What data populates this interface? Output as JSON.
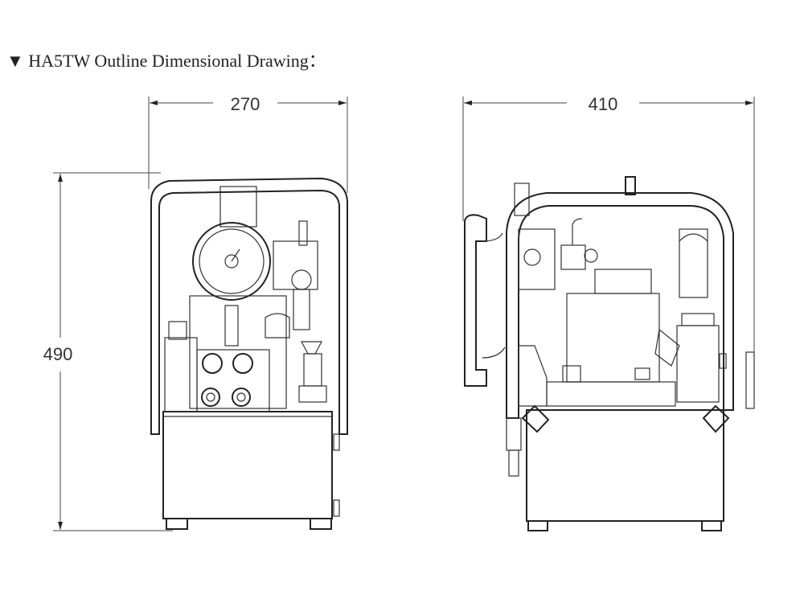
{
  "title": {
    "marker": "▼",
    "text": "HA5TW Outline Dimensional Drawing："
  },
  "front_view": {
    "width_label": "270",
    "height_label": "490"
  },
  "side_view": {
    "length_label": "410"
  }
}
